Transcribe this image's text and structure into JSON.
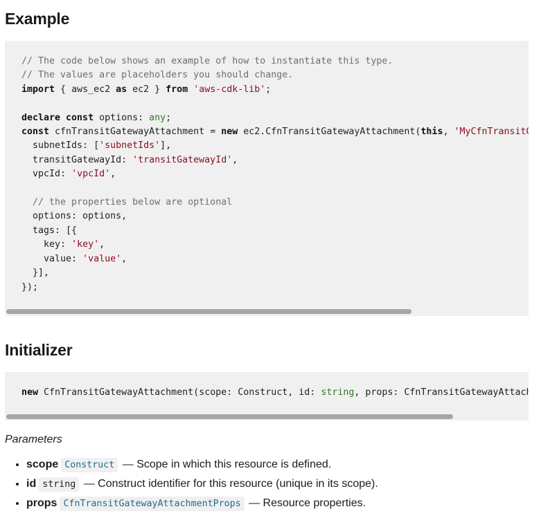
{
  "headings": {
    "example": "Example",
    "initializer": "Initializer"
  },
  "example_code": [
    [
      [
        "c",
        "// The code below shows an example of how to instantiate this type."
      ]
    ],
    [
      [
        "c",
        "// The values are placeholders you should change."
      ]
    ],
    [
      [
        "k",
        "import"
      ],
      [
        "p",
        " { aws_ec2 "
      ],
      [
        "k",
        "as"
      ],
      [
        "p",
        " ec2 } "
      ],
      [
        "k",
        "from"
      ],
      [
        "p",
        " "
      ],
      [
        "s",
        "'aws-cdk-lib'"
      ],
      [
        "p",
        ";"
      ]
    ],
    [],
    [
      [
        "k",
        "declare const"
      ],
      [
        "p",
        " options: "
      ],
      [
        "t",
        "any"
      ],
      [
        "p",
        ";"
      ]
    ],
    [
      [
        "k",
        "const"
      ],
      [
        "p",
        " cfnTransitGatewayAttachment = "
      ],
      [
        "k",
        "new"
      ],
      [
        "p",
        " ec2.CfnTransitGatewayAttachment("
      ],
      [
        "k",
        "this"
      ],
      [
        "p",
        ", "
      ],
      [
        "s",
        "'MyCfnTransitGatewayAttachment'"
      ],
      [
        "p",
        ", {"
      ]
    ],
    [
      [
        "p",
        "  subnetIds: ["
      ],
      [
        "s",
        "'subnetIds'"
      ],
      [
        "p",
        "],"
      ]
    ],
    [
      [
        "p",
        "  transitGatewayId: "
      ],
      [
        "s",
        "'transitGatewayId'"
      ],
      [
        "p",
        ","
      ]
    ],
    [
      [
        "p",
        "  vpcId: "
      ],
      [
        "s",
        "'vpcId'"
      ],
      [
        "p",
        ","
      ]
    ],
    [],
    [
      [
        "c",
        "  // the properties below are optional"
      ]
    ],
    [
      [
        "p",
        "  options: options,"
      ]
    ],
    [
      [
        "p",
        "  tags: [{"
      ]
    ],
    [
      [
        "p",
        "    key: "
      ],
      [
        "s",
        "'key'"
      ],
      [
        "p",
        ","
      ]
    ],
    [
      [
        "p",
        "    value: "
      ],
      [
        "s",
        "'value'"
      ],
      [
        "p",
        ","
      ]
    ],
    [
      [
        "p",
        "  }],"
      ]
    ],
    [
      [
        "p",
        "});"
      ]
    ]
  ],
  "initializer_code": [
    [
      [
        "k",
        "new"
      ],
      [
        "p",
        " CfnTransitGatewayAttachment(scope: Construct, id: "
      ],
      [
        "t",
        "string"
      ],
      [
        "p",
        ", props: CfnTransitGatewayAttachmentProps)"
      ]
    ]
  ],
  "parameters": {
    "label": "Parameters",
    "items": [
      {
        "name": "scope",
        "type": "Construct",
        "type_is_link": true,
        "desc": "— Scope in which this resource is defined."
      },
      {
        "name": "id",
        "type": "string",
        "type_is_link": false,
        "desc": "— Construct identifier for this resource (unique in its scope)."
      },
      {
        "name": "props",
        "type": "CfnTransitGatewayAttachmentProps",
        "type_is_link": true,
        "desc": "— Resource properties."
      }
    ]
  },
  "scrollbars": {
    "example_thumb_fraction": 0.78,
    "initializer_thumb_fraction": 0.86
  }
}
